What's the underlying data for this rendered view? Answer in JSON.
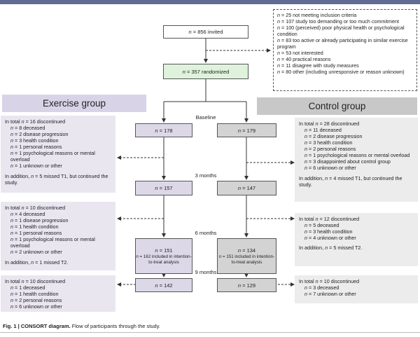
{
  "invited": "n = 856 invited",
  "randomized": "n = 357 randomized",
  "exclusions": [
    "n = 25 not meeting inclusion criteria",
    "n = 107 study too demanding or too much commitment",
    "n = 100 (perceived) poor physical health or psychological condition",
    "n = 83 too active or already participating in similar exercise program",
    "n = 53 not interested",
    "n = 40 practical reasons",
    "n = 11 disagree with study measures",
    "n = 80 other (including unresponsive or reason unknown)"
  ],
  "groups": {
    "exercise": "Exercise group",
    "control": "Control group"
  },
  "timepoints": [
    "Baseline",
    "3 months",
    "6 months",
    "9 months"
  ],
  "exercise_boxes": [
    "n = 178",
    "n = 157",
    "n = 151",
    "n = 142"
  ],
  "control_boxes": [
    "n = 179",
    "n = 147",
    "n = 134",
    "n = 129"
  ],
  "itt_note": "n = 162 included in intention-to-treat analysis",
  "itt_note_control": "n = 151 included in intention-to-treat analysis",
  "exercise_panels": [
    {
      "total": "In total n = 16 discontinued",
      "items": [
        "n = 8 deceased",
        "n = 2 disease progression",
        "n = 3 health condition",
        "n = 1 personal reasons",
        "n = 1 psychological reasons or mental overload",
        "n = 1 unknown or other"
      ],
      "note": "In addition, n = 5 missed T1, but continued the study."
    },
    {
      "total": "In total n = 10 discontinued",
      "items": [
        "n = 4 deceased",
        "n = 1 disease progression",
        "n = 1 health condition",
        "n = 1 personal reasons",
        "n = 1 psychological reasons or mental overload",
        "n = 2 unknown or other"
      ],
      "note": "In addition, n = 1 missed T2."
    },
    {
      "total": "In total n = 10 discontinued",
      "items": [
        "n = 1 deceased",
        "n = 1 health condition",
        "n = 2 personal reasons",
        "n = 6 unknown or other"
      ],
      "note": ""
    }
  ],
  "control_panels": [
    {
      "total": "In total n = 28 discontinued",
      "items": [
        "n = 11 deceased",
        "n = 2 disease progression",
        "n = 3 health condition",
        "n = 2 personal reasons",
        "n = 1 psychological reasons or mental overload",
        "n = 3 disappointed about control group",
        "n = 6 unknown or other"
      ],
      "note": "In addition, n = 4 missed T1, but continued the study."
    },
    {
      "total": "In total n = 12 discontinued",
      "items": [
        "n = 5 deceased",
        "n = 3 health condition",
        "n = 4 unknown or other"
      ],
      "note": "In addition, n = 5 missed T2."
    },
    {
      "total": "In total n = 10 discontinued",
      "items": [
        "n = 3 deceased",
        "n = 7 unknown or other"
      ],
      "note": ""
    }
  ],
  "caption": {
    "label": "Fig. 1 | CONSORT diagram.",
    "text": "Flow of participants through the study."
  }
}
